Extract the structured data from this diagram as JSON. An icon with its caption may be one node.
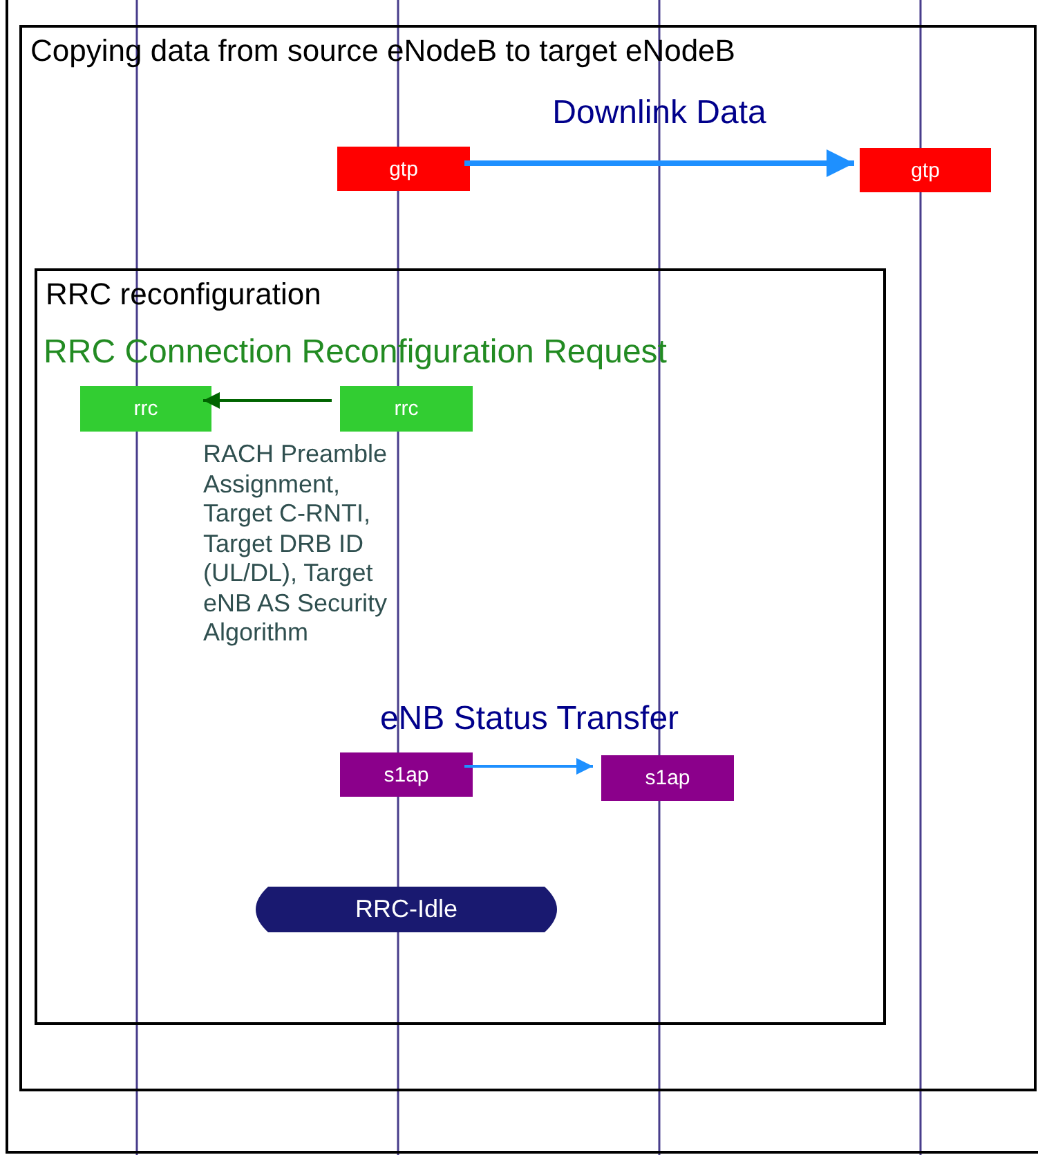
{
  "diagram": {
    "nodes": [
      {
        "text": [],
        "shape": "box"
      },
      {
        "text": [
          "Copying data from source eNodeB to target eNodeB"
        ],
        "in": 0
      },
      {
        "text": [
          "gtp"
        ],
        "in": 1
      },
      {
        "text": [
          "gtp"
        ],
        "in": 1
      },
      {
        "text": [
          "RRC reconfiguration"
        ],
        "in": 1
      },
      {
        "text": [
          "rrc"
        ],
        "in": 4
      },
      {
        "text": [
          "rrc"
        ],
        "in": 4
      },
      {
        "text": [
          "s1ap"
        ],
        "in": 4
      },
      {
        "text": [
          "s1ap"
        ],
        "in": 4
      },
      {
        "text": [
          "RRC-Idle"
        ],
        "in": 4
      }
    ],
    "edges": [
      {
        "from": 2,
        "to": 3,
        "arrow": "to",
        "label": "Downlink Data",
        "style": "thick"
      },
      {
        "from": 6,
        "to": 5,
        "arrow": "to",
        "label": "RRC Connection Reconfiguration Request",
        "color": "#006400"
      },
      {
        "from": 7,
        "to": 8,
        "arrow": "to",
        "label": "eNB Status Transfer"
      }
    ],
    "labels": [
      "RACH Preamble Assignment, Target C-RNTI, Target DRB ID (UL/DL), Target eNB AS Security Algorithm"
    ]
  }
}
